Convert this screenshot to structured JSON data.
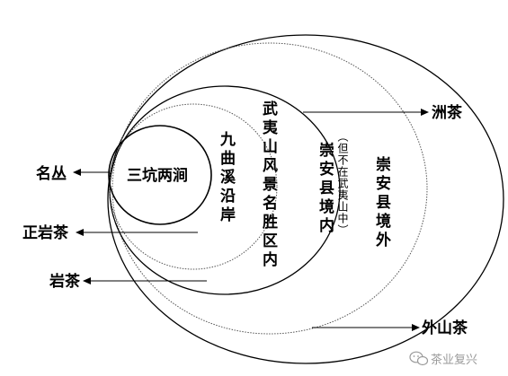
{
  "regions": {
    "sankeng": "三坑两涧",
    "jiuqu": "九曲溪沿岸",
    "scenic": "武夷山风景名胜区内",
    "chongan_in": "崇安县境内",
    "chongan_note": "（但不在武夷山中）",
    "chongan_out": "崇安县境外"
  },
  "categories": {
    "mingcong": "名丛",
    "zhengyancha": "正岩茶",
    "yancha": "岩茶",
    "zhoucha": "洲茶",
    "waishancha": "外山茶"
  },
  "watermark": {
    "icon": "wechat-icon",
    "text": "茶业复兴"
  }
}
